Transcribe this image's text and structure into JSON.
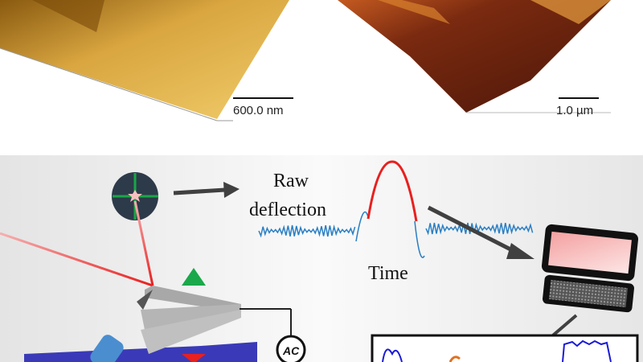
{
  "afm_images": {
    "left_scale_bar": "600.0 nm",
    "right_scale_bar": "1.0 µm"
  },
  "schematic": {
    "signal_label_line1": "Raw",
    "signal_label_line2": "deflection",
    "time_label": "Time",
    "ac_label": "AC"
  },
  "colors": {
    "laser": "#e8201f",
    "signal_baseline": "#2a7fc4",
    "signal_peak": "#e8201f",
    "arrow": "#404040",
    "up_arrow": "#1aa84a",
    "down_arrow": "#e8201f"
  }
}
